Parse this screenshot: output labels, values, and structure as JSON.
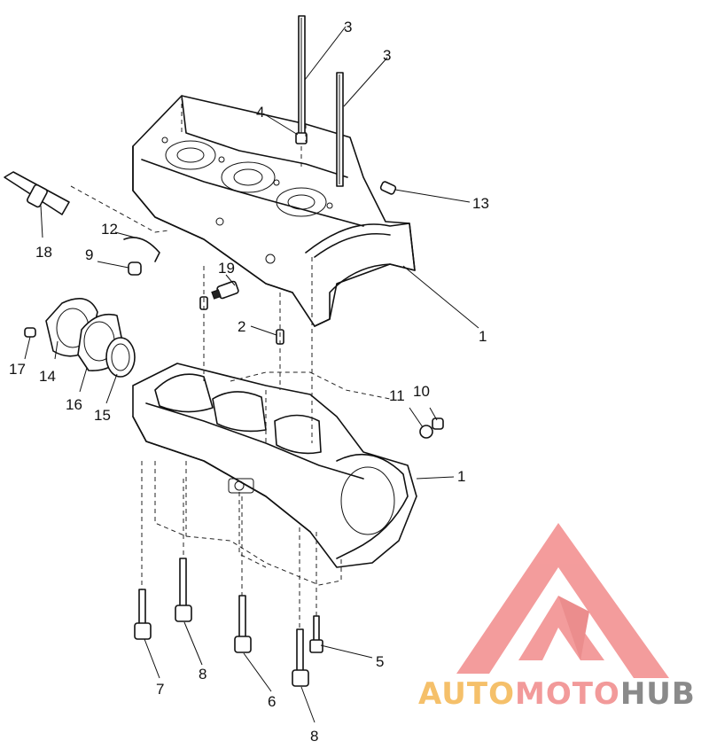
{
  "diagram": {
    "callouts": [
      "3",
      "3",
      "4",
      "13",
      "18",
      "12",
      "9",
      "19",
      "1",
      "2",
      "17",
      "14",
      "16",
      "15",
      "11",
      "10",
      "1",
      "8",
      "7",
      "6",
      "5",
      "8"
    ]
  },
  "watermark": {
    "part1": "AUTO",
    "part2": "MOTO",
    "part3": "HUB",
    "colors": {
      "auto": "#f5c06a",
      "moto": "#f29a9a",
      "hub": "#8a8a8a",
      "logo": "#f28b8b"
    }
  }
}
